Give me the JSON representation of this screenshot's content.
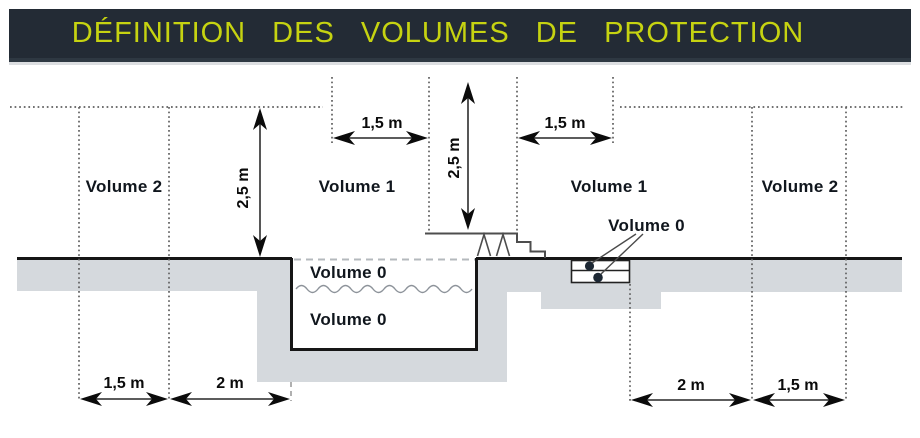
{
  "title": "DÉFINITION DES VOLUMES DE PROTECTION",
  "volumes": {
    "v2_left": "Volume 2",
    "v1_left": "Volume 1",
    "v1_right": "Volume 1",
    "v2_right": "Volume 2",
    "v0_equipment": "Volume 0",
    "v0_surface": "Volume 0",
    "v0_water": "Volume 0"
  },
  "dimensions": {
    "top_left_width": "1,5 m",
    "top_right_width": "1,5 m",
    "height_above_ground": "2,5 m",
    "height_above_platform": "2,5 m",
    "bottom_left_outer": "1,5 m",
    "bottom_left_inner": "2 m",
    "bottom_right_inner": "2 m",
    "bottom_right_outer": "1,5 m"
  },
  "colors": {
    "accent_yellow": "#c6d311",
    "header_bg": "#232b35",
    "ground_gray": "#d5d9dd",
    "outline_dark": "#161616",
    "label_dark": "#10161d"
  }
}
